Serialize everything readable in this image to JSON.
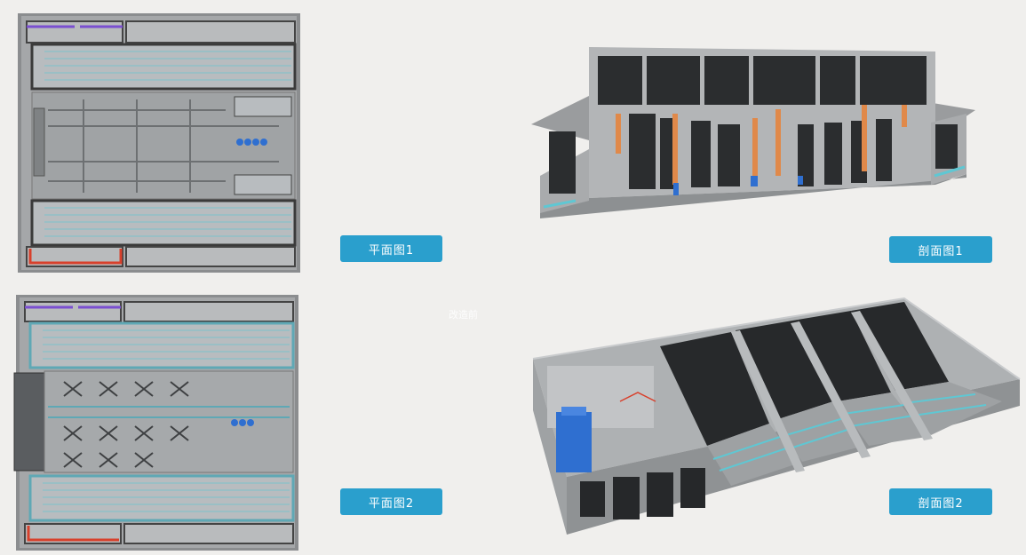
{
  "labels": {
    "plan1": "平面图1",
    "plan2": "平面图2",
    "section1": "剖面图1",
    "section2": "剖面图2"
  },
  "watermark": "改造前",
  "colors": {
    "button": "#2a9fcd",
    "pipe_purple": "#7a4fd0",
    "pipe_red": "#d8402c",
    "pipe_orange": "#e0894a",
    "pump_blue": "#2f6fd0",
    "aeration_cyan": "#5fc7d3"
  }
}
